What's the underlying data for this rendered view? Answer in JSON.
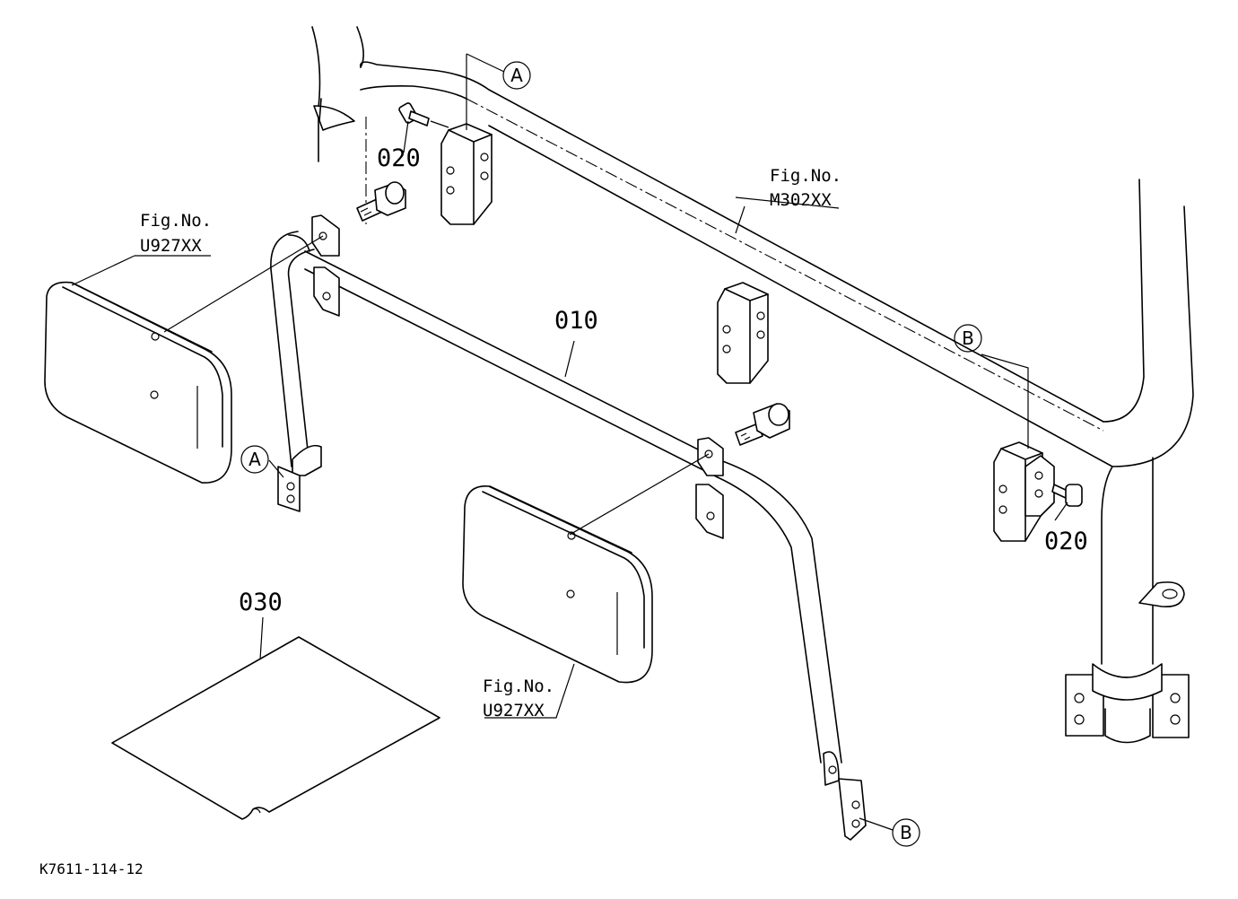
{
  "parts": {
    "p010": "010",
    "p020_left": "020",
    "p020_right": "020",
    "p030": "030"
  },
  "references": {
    "fig_u927_top": {
      "line1": "Fig.No.",
      "line2": "U927XX"
    },
    "fig_u927_bottom": {
      "line1": "Fig.No.",
      "line2": "U927XX"
    },
    "fig_m302": {
      "line1": "Fig.No.",
      "line2": "M302XX"
    }
  },
  "callouts": {
    "a_top": "A",
    "a_left": "A",
    "b_right": "B",
    "b_bottom": "B"
  },
  "drawing_code": "K7611-114-12"
}
